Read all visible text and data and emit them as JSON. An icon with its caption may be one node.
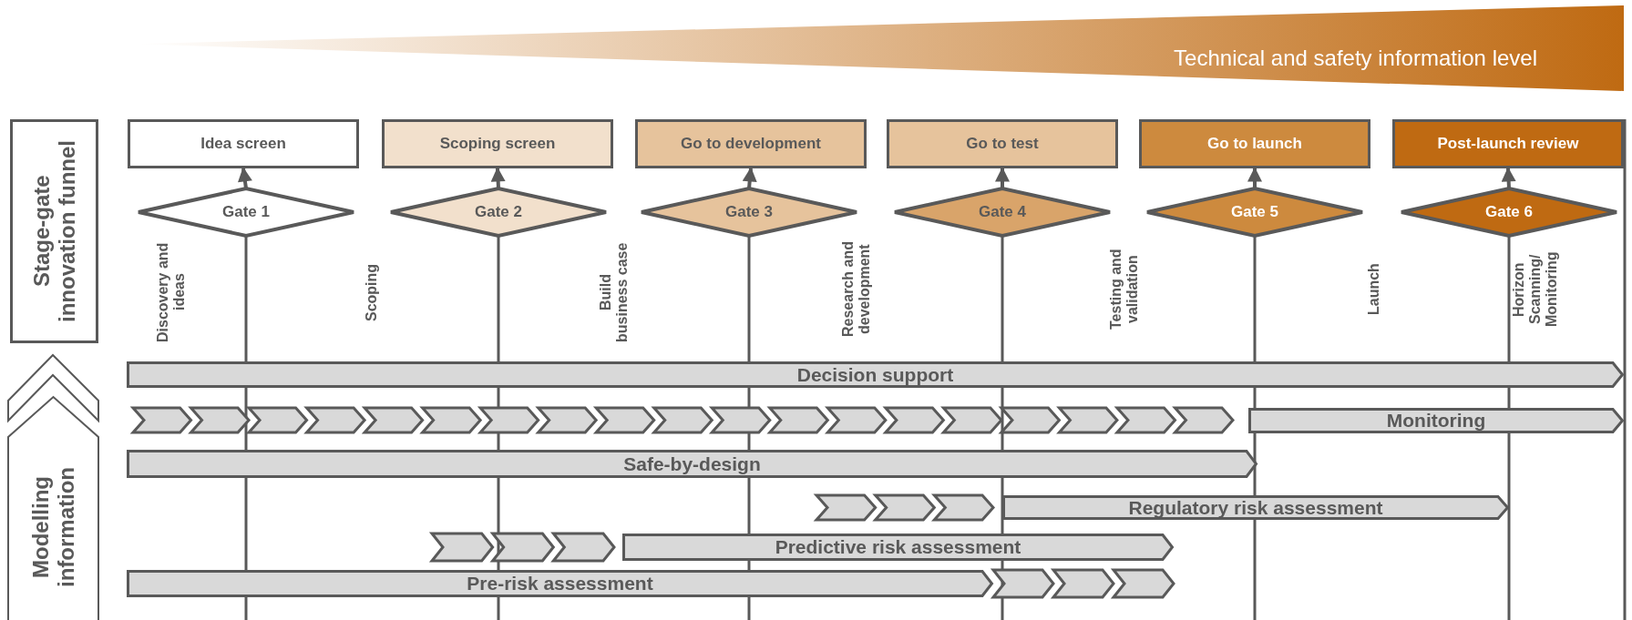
{
  "diagram": {
    "nodes": [
      {
        "text": [
          "Technical and safety information level"
        ]
      },
      {
        "text": [
          "Stage-gate innovation funnel"
        ]
      },
      {
        "text": [
          "Modelling information"
        ]
      },
      {
        "text": [
          "Idea screen"
        ]
      },
      {
        "text": [
          "Scoping screen"
        ]
      },
      {
        "text": [
          "Go to development"
        ]
      },
      {
        "text": [
          "Go to test"
        ]
      },
      {
        "text": [
          "Go to launch"
        ]
      },
      {
        "text": [
          "Post-launch review"
        ]
      },
      {
        "text": [
          "Gate 1"
        ]
      },
      {
        "text": [
          "Gate 2"
        ]
      },
      {
        "text": [
          "Gate 3"
        ]
      },
      {
        "text": [
          "Gate 4"
        ]
      },
      {
        "text": [
          "Gate 5"
        ]
      },
      {
        "text": [
          "Gate 6"
        ]
      },
      {
        "text": [
          "Decision support"
        ]
      },
      {
        "text": [
          "Monitoring"
        ]
      },
      {
        "text": [
          "Safe-by-design"
        ]
      },
      {
        "text": [
          "Regulatory risk assessment"
        ]
      },
      {
        "text": [
          "Predictive risk assessment"
        ]
      },
      {
        "text": [
          "Pre-risk assessment"
        ]
      }
    ],
    "edges": [
      {
        "from": 9,
        "to": 3,
        "arrow": "to"
      },
      {
        "from": 10,
        "to": 4,
        "arrow": "to"
      },
      {
        "from": 11,
        "to": 5,
        "arrow": "to"
      },
      {
        "from": 12,
        "to": 6,
        "arrow": "to"
      },
      {
        "from": 13,
        "to": 7,
        "arrow": "to"
      },
      {
        "from": 14,
        "to": 8,
        "arrow": "to"
      }
    ],
    "labels": [
      "Discovery and ideas",
      "Scoping",
      "Build business case",
      "Research and development",
      "Testing and validation",
      "Launch",
      "Horizon Scanning/ Monitoring"
    ]
  }
}
